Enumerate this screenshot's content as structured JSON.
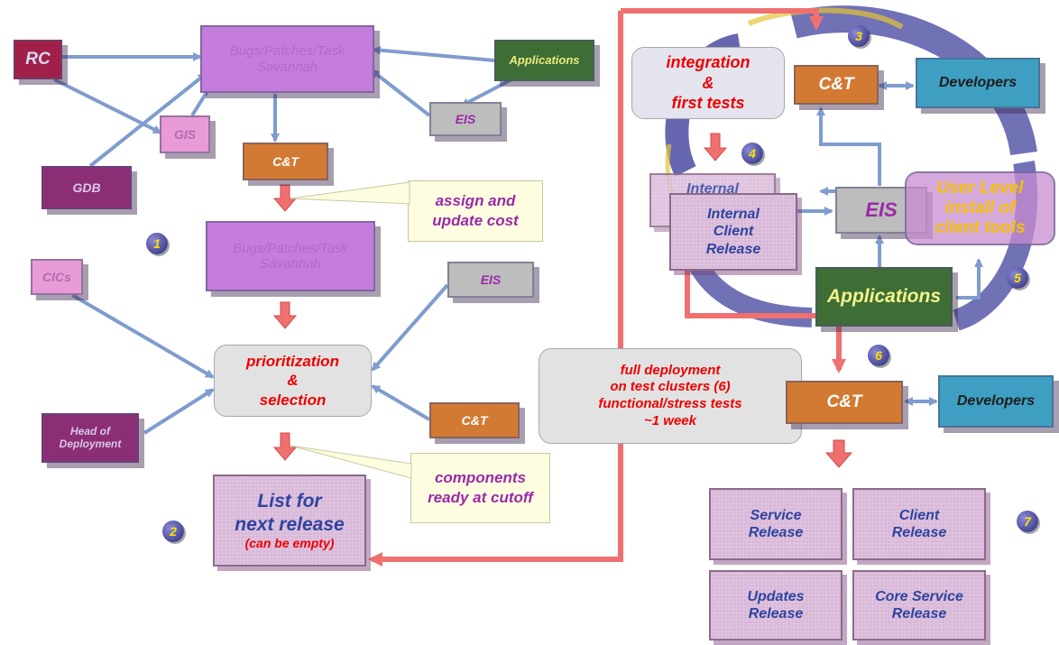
{
  "colors": {
    "arrow_blue": "#7f9ccf",
    "arrow_red": "#f07070",
    "ct_orange": "#d27a34",
    "savannah_purple": "#c47ddc",
    "text_red": "#ee0000",
    "text_blue": "#2e44a0",
    "text_magenta": "#9a2aa8",
    "dev_blue": "#3f9fc2"
  },
  "nodes": {
    "rc": "RC",
    "savannah_top": "Bugs/Patches/Task\nSavannah",
    "applications_top": "Applications",
    "gis": "GIS",
    "eis_top": "EIS",
    "ct_top": "C&T",
    "gdb": "GDB",
    "savannah_mid": "Bugs/Patches/Task\nSavannah",
    "cics": "CICs",
    "eis_mid": "EIS",
    "head_of_deployment": "Head of\nDeployment",
    "ct_mid": "C&T",
    "ct_loop": "C&T",
    "developers_loop": "Developers",
    "eis_loop": "EIS",
    "applications_loop": "Applications",
    "internal_ghost": "Internal",
    "internal_client_release": "Internal\nClient\nRelease",
    "user_level": "User Level\ninstall of\nclient tools",
    "ct_bottom": "C&T",
    "developers_bottom": "Developers"
  },
  "notes": {
    "assign": "assign and\nupdate cost",
    "components": "components\nready at cutoff"
  },
  "process": {
    "prioritization": [
      "prioritization",
      "&",
      "selection"
    ],
    "integration": [
      "integration",
      "&",
      "first tests"
    ],
    "deployment": [
      "full deployment",
      "on test clusters (6)",
      "functional/stress tests",
      "~1 week"
    ]
  },
  "list_release": {
    "line1": "List for",
    "line2": "next release",
    "line3": "(can be empty)"
  },
  "releases": {
    "service": "Service\nRelease",
    "client": "Client\nRelease",
    "updates": "Updates\nRelease",
    "core": "Core Service\nRelease"
  },
  "badges": [
    "1",
    "2",
    "3",
    "4",
    "5",
    "6",
    "7"
  ]
}
